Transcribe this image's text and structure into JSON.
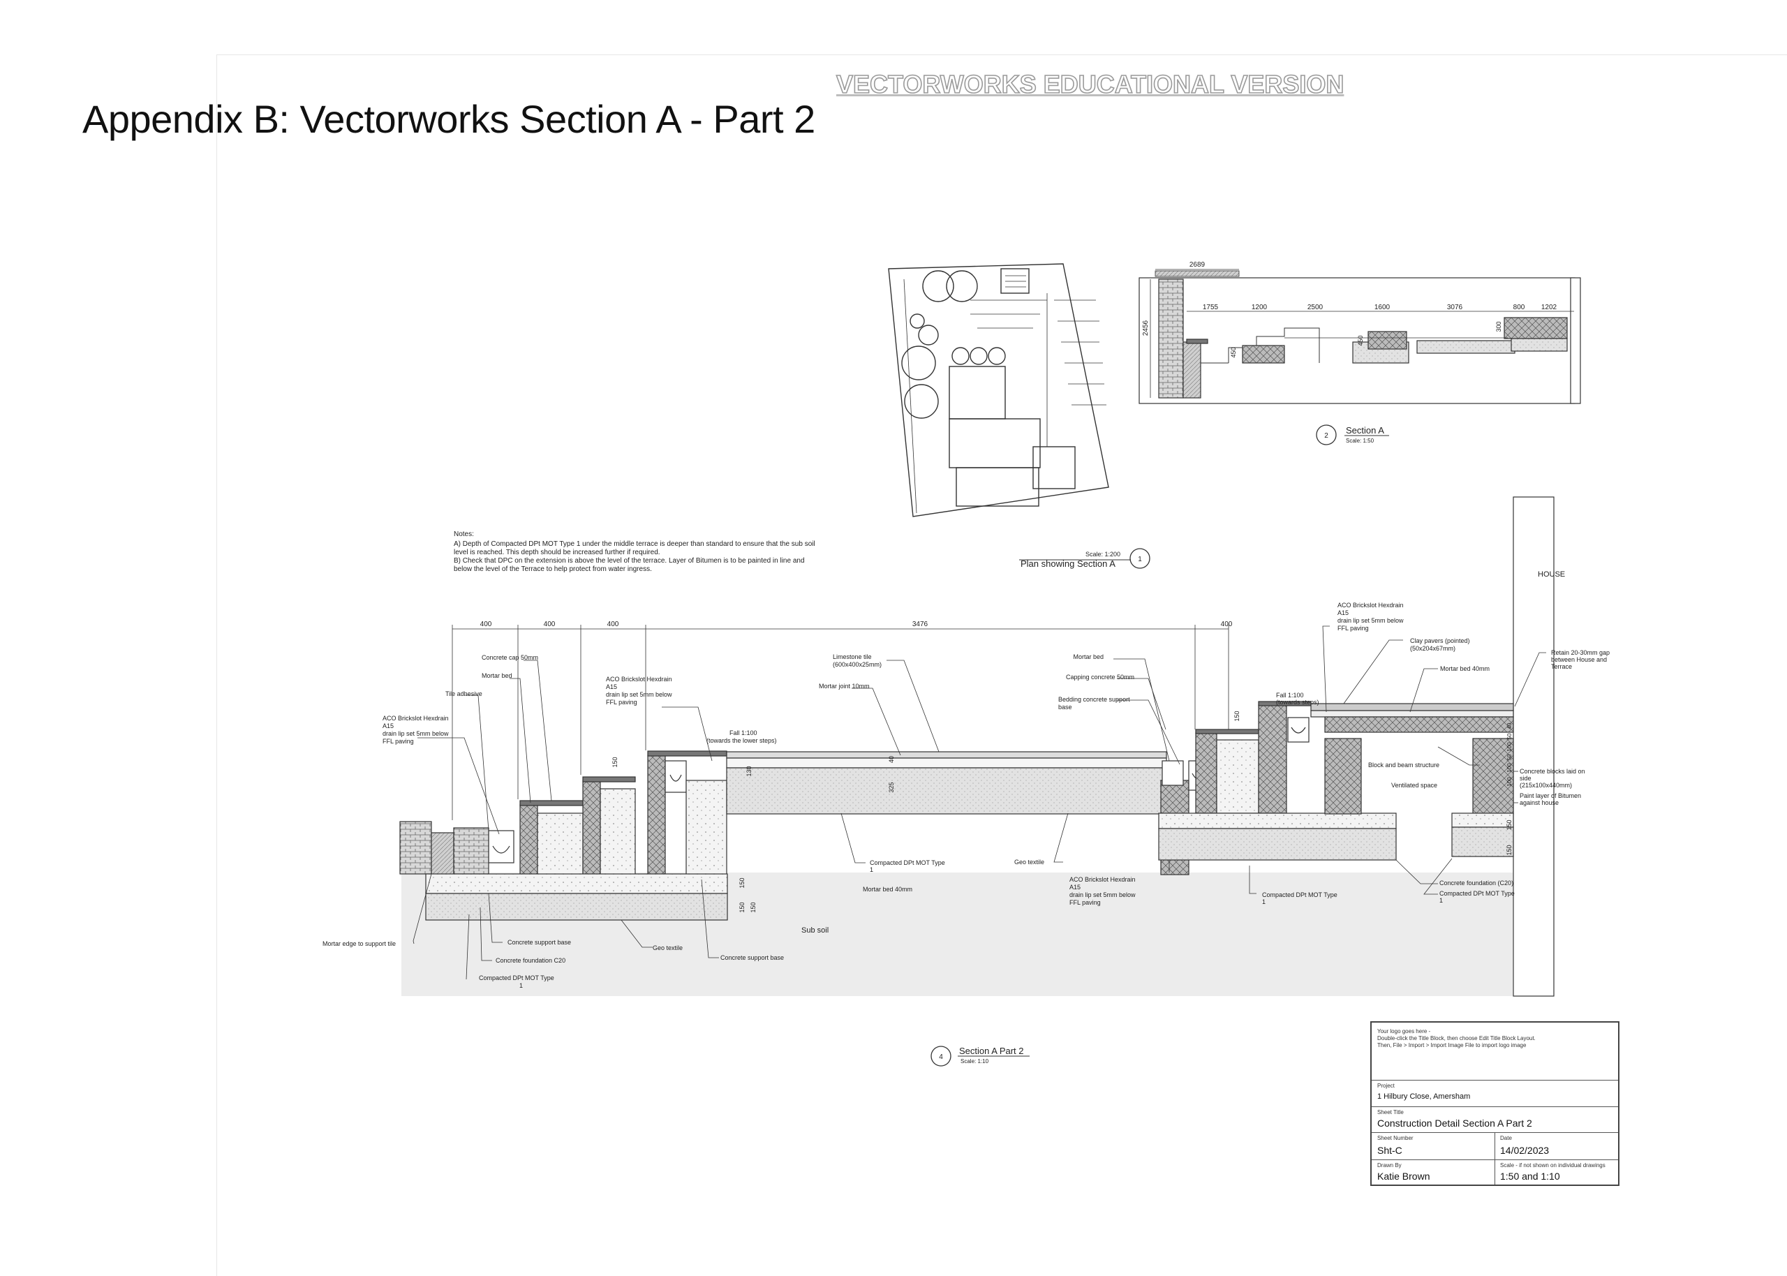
{
  "page": {
    "title": "Appendix B: Vectorworks Section A - Part 2",
    "watermark": "VECTORWORKS EDUCATIONAL VERSION"
  },
  "notes": {
    "heading": "Notes:",
    "line1": "A) Depth of Compacted DPt MOT Type 1 under the middle terrace is deeper than standard to ensure that the sub soil",
    "line2": "level is reached.  This depth should be increased further if required.",
    "line3": "B) Check that DPC on the extension is above the level of the terrace.  Layer of Bitumen is to be painted in line and",
    "line4": "below the level of the Terrace to help protect from water ingress."
  },
  "plan_caption": {
    "number": "1",
    "title": "Plan showing Section A",
    "scale": "Scale: 1:200"
  },
  "section_a_caption": {
    "number": "2",
    "title": "Section A",
    "scale": "Scale: 1:50"
  },
  "section_a_part2_caption": {
    "number": "4",
    "title": "Section A Part 2",
    "scale": "Scale: 1:10"
  },
  "section_a_dims": {
    "top": "2689",
    "d1": "1755",
    "d2": "1200",
    "d3": "2500",
    "d4": "1600",
    "d5": "3076",
    "d6": "800",
    "d7": "1202",
    "left_height": "2456",
    "h1": "450",
    "h2": "450",
    "h3": "300"
  },
  "detail_dims": {
    "top": [
      "400",
      "400",
      "400",
      "3476",
      "400"
    ],
    "h150a": "150",
    "h130": "130",
    "h40": "40",
    "h325": "325",
    "h150b": "150",
    "h150c": "150",
    "h150d": "150",
    "h150e": "150",
    "h150f": "150",
    "h150g": "150",
    "right_stack": [
      "40",
      "50",
      "100",
      "50",
      "100",
      "100"
    ]
  },
  "labels": {
    "house": "HOUSE",
    "concrete_cap": "Concrete cap 50mm",
    "mortar_bed_left": "Mortar bed",
    "tile_adhesive": "Tile adhesive",
    "aco_left": [
      "ACO Brickslot Hexdrain",
      "A15",
      "drain lip set 5mm below",
      "FFL paving"
    ],
    "aco_mid": [
      "ACO Brickslot Hexdrain",
      "A15",
      "drain lip set 5mm below",
      "FFL paving"
    ],
    "aco_top_right": [
      "ACO Brickslot Hexdrain",
      "A15",
      "drain lip set 5mm below",
      "FFL paving"
    ],
    "aco_bottom": [
      "ACO Brickslot Hexdrain",
      "A15",
      "drain lip set 5mm below",
      "FFL paving"
    ],
    "limestone_tile": [
      "Limestone tile",
      "(600x400x25mm)"
    ],
    "mortar_joint": "Mortar joint 10mm",
    "fall_left": [
      "Fall 1:100",
      "(towards the lower steps)"
    ],
    "fall_right": [
      "Fall 1:100",
      "(towards steps)"
    ],
    "mortar_bed_right": "Mortar bed",
    "capping_concrete": "Capping concrete 50mm",
    "bedding_concrete": [
      "Bedding concrete support",
      "base"
    ],
    "clay_pavers": [
      "Clay pavers (pointed)",
      "(50x204x67mm)"
    ],
    "mortar_bed_40_right": "Mortar bed 40mm",
    "retain_gap": [
      "Retain 20-30mm gap",
      "between House and",
      "Terrace"
    ],
    "block_beam": "Block and beam structure",
    "ventilated": "Ventilated space",
    "concrete_blocks": [
      "Concrete blocks laid on",
      "side",
      "(215x100x440mm)"
    ],
    "paint_bitumen": [
      "Paint layer of Bitumen",
      "against house"
    ],
    "compacted_mid": [
      "Compacted DPt MOT Type",
      "1"
    ],
    "mortar_bed_40_mid": "Mortar bed 40mm",
    "geo_textile_mid": "Geo textile",
    "compacted_right": [
      "Compacted DPt MOT Type",
      "1"
    ],
    "concrete_foundation_right": "Concrete foundation (C20)",
    "compacted_far_right": [
      "Compacted DPt MOT Type",
      "1"
    ],
    "sub_soil": "Sub soil",
    "mortar_edge": "Mortar edge to support tile",
    "concrete_support_base_left": "Concrete support base",
    "concrete_foundation_left": "Concrete foundation C20",
    "compacted_left": [
      "Compacted DPt MOT Type",
      "1"
    ],
    "geo_textile_left": "Geo textile",
    "concrete_support_base_mid": "Concrete support base"
  },
  "title_block": {
    "logo_text": [
      "Your logo goes here -",
      "Double-click the Title Block, then choose Edit Title Block Layout.",
      "Then, File > Import > Import Image File to import logo image"
    ],
    "project_label": "Project",
    "project": "1 Hilbury Close, Amersham",
    "sheet_title_label": "Sheet Title",
    "sheet_title": "Construction Detail Section A Part 2",
    "sheet_number_label": "Sheet Number",
    "sheet_number": "Sht-C",
    "date_label": "Date",
    "date": "14/02/2023",
    "drawn_by_label": "Drawn By",
    "drawn_by": "Katie Brown",
    "scale_label": "Scale - if not shown on individual drawings",
    "scale": "1:50 and 1:10"
  }
}
